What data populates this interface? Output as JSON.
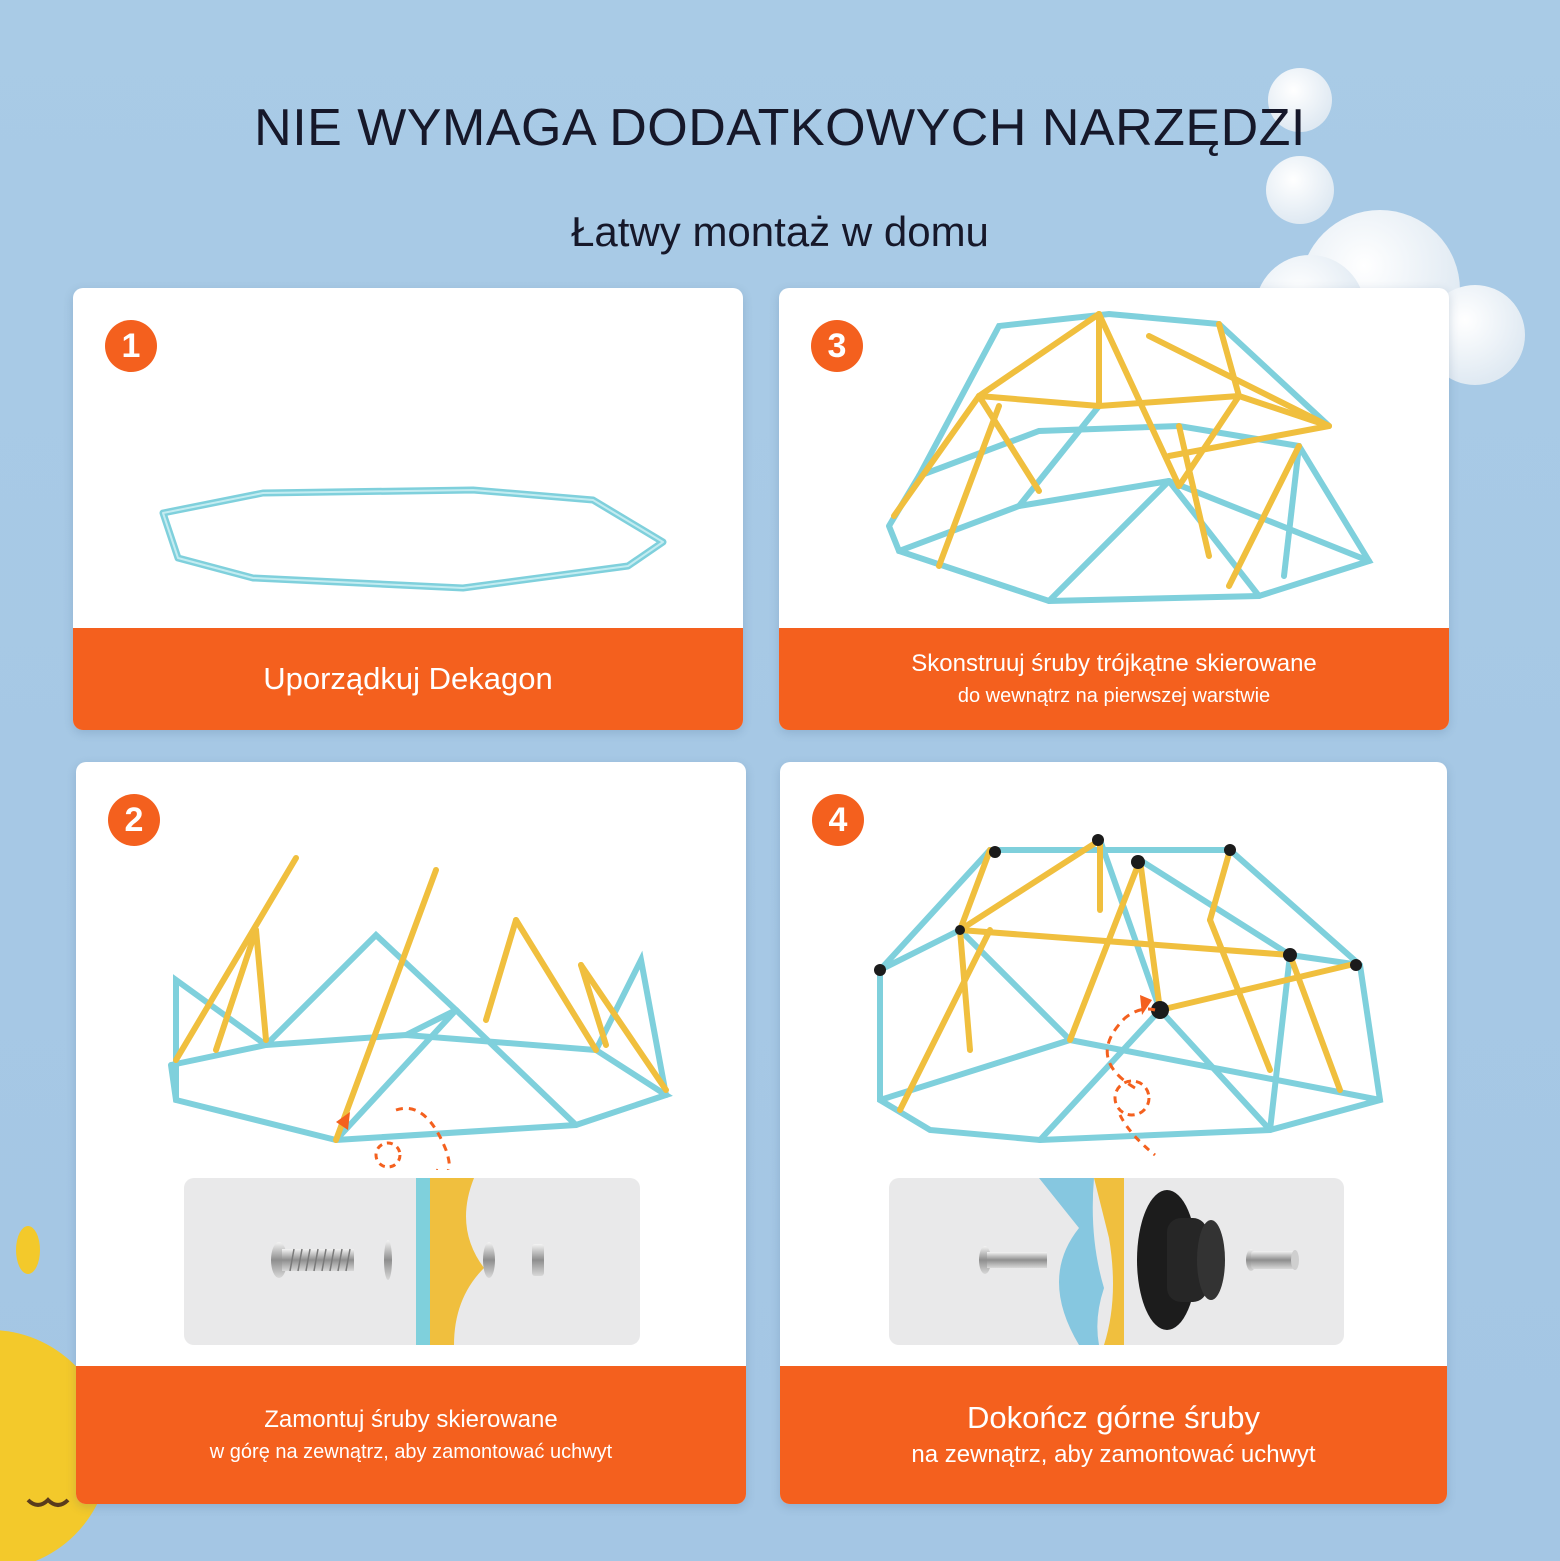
{
  "header": {
    "title": "NIE WYMAGA DODATKOWYCH NARZĘDZI",
    "subtitle": "Łatwy montaż w domu"
  },
  "steps": [
    {
      "number": "1",
      "line1": "Uporządkuj Dekagon",
      "line2": ""
    },
    {
      "number": "2",
      "line1": "Zamontuj śruby skierowane",
      "line2": "w górę na zewnątrz, aby zamontować uchwyt"
    },
    {
      "number": "3",
      "line1": "Skonstruuj śruby trójkątne skierowane",
      "line2": "do wewnątrz na pierwszej warstwie"
    },
    {
      "number": "4",
      "line1": "Dokończ górne śruby",
      "line2": "na zewnątrz, aby zamontować uchwyt"
    }
  ],
  "colors": {
    "background": "#a9cbe6",
    "accent": "#f4601e",
    "frame_blue": "#7fd0dc",
    "frame_yellow": "#f0bf3e"
  }
}
